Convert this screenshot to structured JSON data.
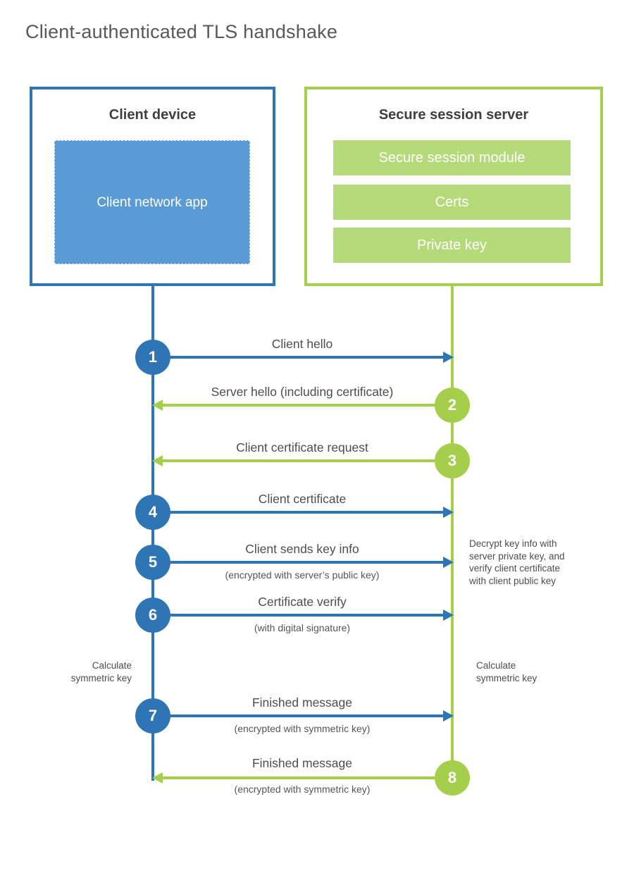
{
  "title": "Client-authenticated TLS handshake",
  "client": {
    "heading": "Client device",
    "app_label": "Client network app"
  },
  "server": {
    "heading": "Secure session server",
    "modules": [
      "Secure session module",
      "Certs",
      "Private key"
    ]
  },
  "steps": [
    {
      "number": "1",
      "label": "Client hello",
      "direction": "right"
    },
    {
      "number": "2",
      "label": "Server hello (including certificate)",
      "direction": "left"
    },
    {
      "number": "3",
      "label": "Client certificate request",
      "direction": "left"
    },
    {
      "number": "4",
      "label": "Client certificate",
      "direction": "right"
    },
    {
      "number": "5",
      "label": "Client sends key info",
      "sublabel": "(encrypted with server’s public key)",
      "direction": "right"
    },
    {
      "number": "6",
      "label": "Certificate verify",
      "sublabel": "(with digital signature)",
      "direction": "right"
    },
    {
      "number": "7",
      "label": "Finished message",
      "sublabel": "(encrypted with symmetric key)",
      "direction": "right"
    },
    {
      "number": "8",
      "label": "Finished message",
      "sublabel": "(encrypted with symmetric key)",
      "direction": "left"
    }
  ],
  "annotations": {
    "decrypt_note_lines": [
      "Decrypt key info with",
      "server private key, and",
      "verify client certificate",
      "with client public key"
    ],
    "calculate_left_lines": [
      "Calculate",
      "symmetric key"
    ],
    "calculate_right_lines": [
      "Calculate",
      "symmetric key"
    ]
  },
  "colors": {
    "blue": "#2E75B6",
    "blue_fill": "#5B9BD5",
    "green": "#A5CF4B",
    "green_fill": "#B5DA7A"
  }
}
